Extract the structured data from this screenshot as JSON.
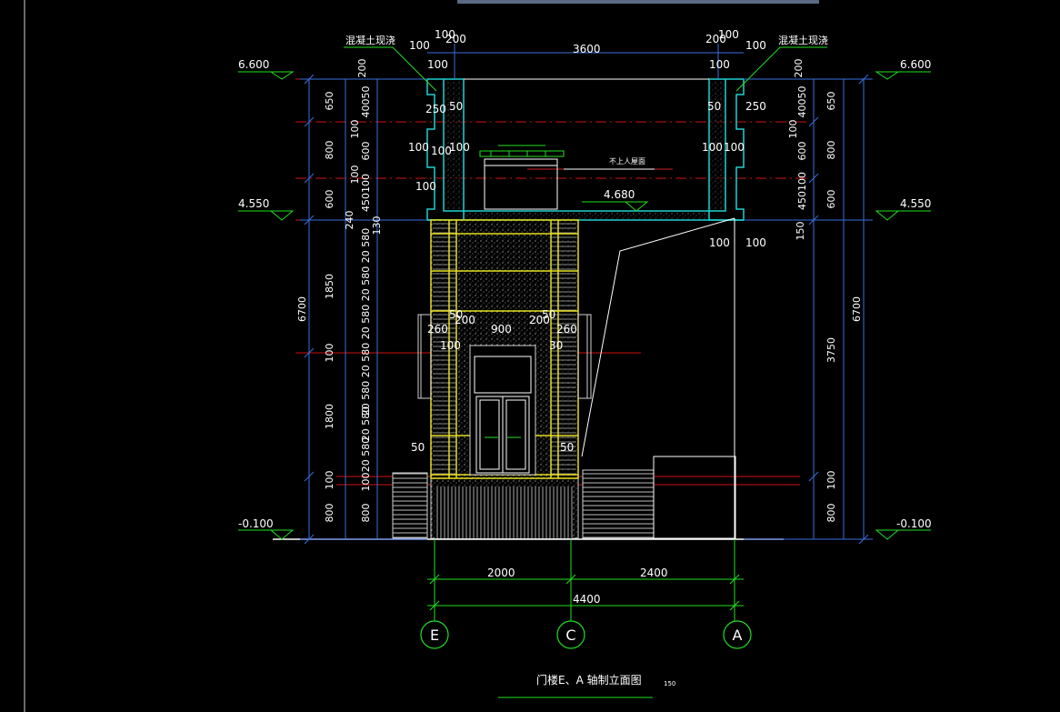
{
  "title": "门楼E、A 轴制立面图",
  "scale": "150",
  "notes": {
    "concrete_left": "混凝土现浇",
    "concrete_right": "混凝土现浇",
    "roof_note": "不上人屋面"
  },
  "elevations": {
    "left_top": "6.600",
    "left_mid": "4.550",
    "left_bottom": "-0.100",
    "right_top": "6.600",
    "right_mid": "4.550",
    "right_bottom": "-0.100",
    "inner": "4.680"
  },
  "dims_top": {
    "span": "3600",
    "a100": "100",
    "b100": "100",
    "a200": "200",
    "c100": "100",
    "d100": "100",
    "b200": "200",
    "e100": "100",
    "f100": "100"
  },
  "dims_left_outer": [
    "650",
    "800",
    "600",
    "1850",
    "100",
    "1800",
    "100",
    "800"
  ],
  "dims_left_total": "6700",
  "dims_left_inner": [
    "200",
    "40050",
    "100",
    "600",
    "100",
    "450100",
    "240",
    "130",
    "20 580",
    "20 580",
    "20 580",
    "20 580",
    "20 580",
    "20 580",
    "20 580",
    "100",
    "800"
  ],
  "dims_right_outer": [
    "650",
    "800",
    "600",
    "150",
    "3750",
    "100",
    "800"
  ],
  "dims_right_total": "6700",
  "dims_right_inner": [
    "200",
    "40050",
    "100",
    "600",
    "450100"
  ],
  "dims_misc": {
    "l250": "250",
    "l50": "50",
    "r250": "250",
    "r50": "50",
    "l100a": "100",
    "l100b": "100",
    "l100c": "100",
    "l100d": "100",
    "r100a": "100",
    "r100b": "100",
    "r100c": "100",
    "r100d": "100",
    "w260l": "260",
    "w260r": "260",
    "w200l": "200",
    "w200r": "200",
    "w900": "900",
    "w50l": "50",
    "w50r": "50",
    "w100": "100",
    "w30": "30",
    "b50l": "50",
    "b50r": "50"
  },
  "dims_bottom": {
    "seg1": "2000",
    "seg2": "2400",
    "total": "4400"
  },
  "axes": [
    "E",
    "C",
    "A"
  ]
}
